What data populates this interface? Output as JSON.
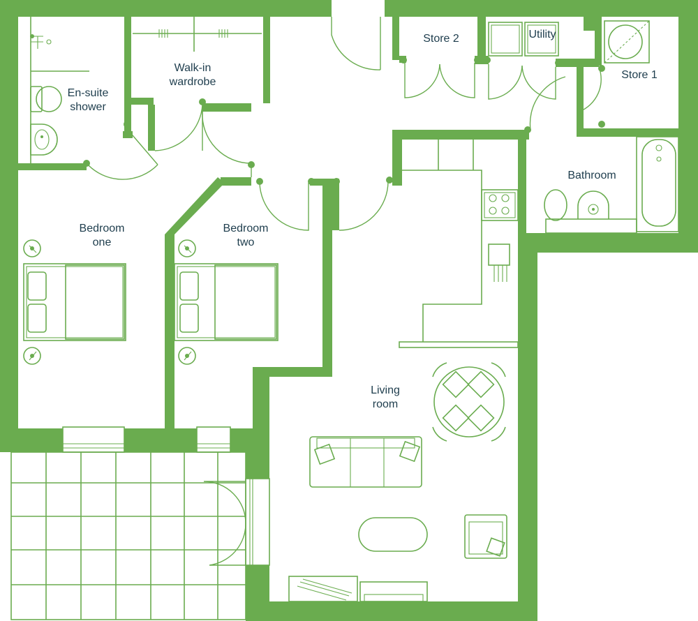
{
  "rooms": {
    "ensuite": {
      "line1": "En-suite",
      "line2": "shower"
    },
    "wardrobe": {
      "line1": "Walk-in",
      "line2": "wardrobe"
    },
    "store2": "Store 2",
    "utility": "Utility",
    "store1": "Store 1",
    "bathroom": "Bathroom",
    "bedroom_one": {
      "line1": "Bedroom",
      "line2": "one"
    },
    "bedroom_two": {
      "line1": "Bedroom",
      "line2": "two"
    },
    "living": {
      "line1": "Living",
      "line2": "room"
    }
  },
  "colors": {
    "wall": "#6aac4f",
    "label": "#1e3d4d",
    "background": "#ffffff"
  }
}
